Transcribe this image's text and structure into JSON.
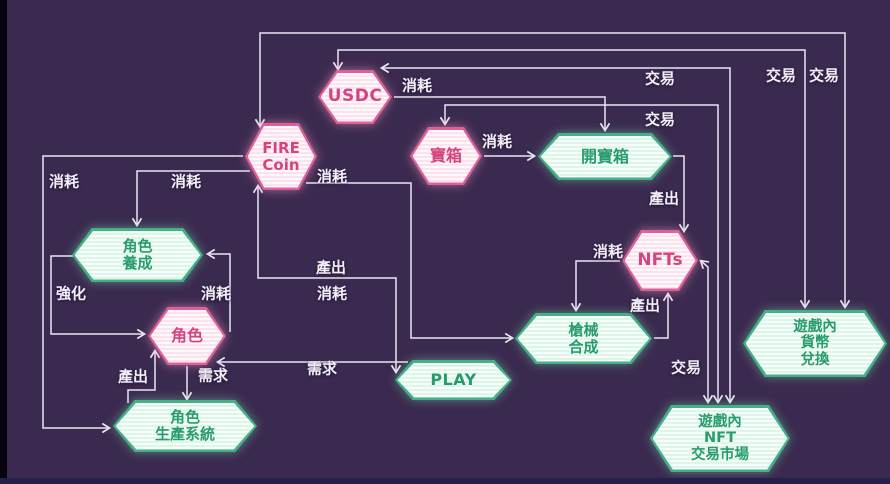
{
  "diagram_title": "game-economy-flow",
  "colors": {
    "background": "#3b2a4f",
    "line": "#eae4f3",
    "pink_border": "#dd6098",
    "pink_fill": "#fbe2ee",
    "pink_text": "#d6447f",
    "green_border": "#43b185",
    "green_fill": "#def5e9",
    "green_text": "#299c6d",
    "label_text": "#f3eff9"
  },
  "nodes": [
    {
      "id": "usdc",
      "type": "pink",
      "lines": [
        "USDC"
      ]
    },
    {
      "id": "fire-coin",
      "type": "pink",
      "lines": [
        "FIRE",
        "Coin"
      ]
    },
    {
      "id": "treasure-box",
      "type": "pink",
      "lines": [
        "寶箱"
      ]
    },
    {
      "id": "open-treasure-box",
      "type": "green",
      "lines": [
        "開寶箱"
      ]
    },
    {
      "id": "nfts",
      "type": "pink",
      "lines": [
        "NFTs"
      ]
    },
    {
      "id": "character-cultivation",
      "type": "green",
      "lines": [
        "角色",
        "養成"
      ]
    },
    {
      "id": "character",
      "type": "pink",
      "lines": [
        "角色"
      ]
    },
    {
      "id": "gun-synthesis",
      "type": "green",
      "lines": [
        "槍械",
        "合成"
      ]
    },
    {
      "id": "play",
      "type": "green",
      "lines": [
        "PLAY"
      ]
    },
    {
      "id": "currency-exchange",
      "type": "green",
      "lines": [
        "遊戲內",
        "貨幣",
        "兌換"
      ]
    },
    {
      "id": "character-production",
      "type": "green",
      "lines": [
        "角色",
        "生產系統"
      ]
    },
    {
      "id": "nft-market",
      "type": "green",
      "lines": [
        "遊戲內",
        "NFT",
        "交易市場"
      ]
    }
  ],
  "edges": [
    {
      "from": "fire-coin",
      "to": "currency-exchange",
      "label": "交易",
      "bidirectional": true
    },
    {
      "from": "usdc",
      "to": "currency-exchange",
      "label": "交易",
      "bidirectional": true
    },
    {
      "from": "usdc",
      "to": "nft-market",
      "label": "交易",
      "bidirectional": true
    },
    {
      "from": "treasure-box",
      "to": "nft-market",
      "label": "交易",
      "bidirectional": true
    },
    {
      "from": "nfts",
      "to": "nft-market",
      "label": "交易",
      "bidirectional": true
    },
    {
      "from": "usdc",
      "to": "open-treasure-box",
      "label": "消耗",
      "bidirectional": false
    },
    {
      "from": "treasure-box",
      "to": "open-treasure-box",
      "label": "消耗",
      "bidirectional": false
    },
    {
      "from": "open-treasure-box",
      "to": "nfts",
      "label": "產出",
      "bidirectional": false
    },
    {
      "from": "nfts",
      "to": "gun-synthesis",
      "label": "消耗",
      "bidirectional": false
    },
    {
      "from": "gun-synthesis",
      "to": "nfts",
      "label": "產出",
      "bidirectional": false
    },
    {
      "from": "fire-coin",
      "to": "gun-synthesis",
      "label": "消耗",
      "bidirectional": false
    },
    {
      "from": "play",
      "to": "fire-coin",
      "label": "產出",
      "label2": "消耗",
      "bidirectional": true
    },
    {
      "from": "play",
      "to": "character",
      "label": "需求",
      "bidirectional": false
    },
    {
      "from": "character",
      "to": "character-production",
      "label": "需求",
      "bidirectional": false
    },
    {
      "from": "fire-coin",
      "to": "character-production",
      "label": "消耗",
      "bidirectional": false
    },
    {
      "from": "fire-coin",
      "to": "character-cultivation",
      "label": "消耗",
      "bidirectional": false
    },
    {
      "from": "character-cultivation",
      "to": "character",
      "label": "強化",
      "bidirectional": false
    },
    {
      "from": "character",
      "to": "character-cultivation",
      "label": "消耗",
      "bidirectional": false
    },
    {
      "from": "character-production",
      "to": "character",
      "label": "產出",
      "bidirectional": false
    }
  ]
}
